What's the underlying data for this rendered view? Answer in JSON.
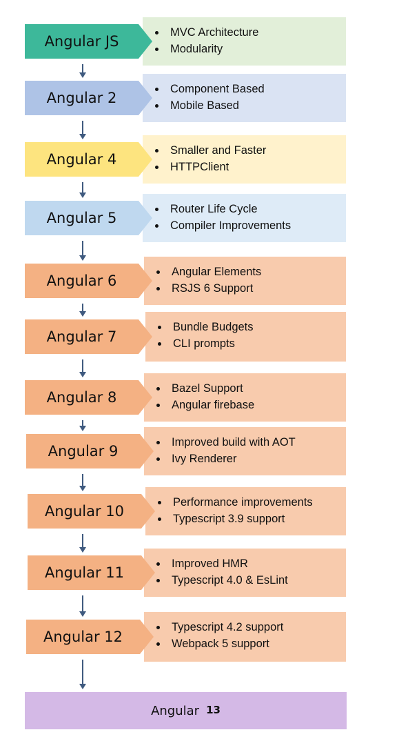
{
  "colors": {
    "teal": "#3db89a",
    "blue": "#aec3e6",
    "yellow": "#fde47f",
    "light_blue": "#bfd8ef",
    "orange": "#f4b183",
    "green_box": "#e2efd9",
    "blue_box": "#dae3f3",
    "yellow_box": "#fff2cc",
    "light_blue_box": "#deebf7",
    "orange_box": "#f8cbad",
    "purple": "#d4b9e6",
    "connector": "#3f5a7f"
  },
  "steps": [
    {
      "label": "Angular JS",
      "points": [
        "MVC Architecture",
        "Modularity"
      ],
      "arrow_color": "#3db89a",
      "box_color": "#e2efd9"
    },
    {
      "label": "Angular 2",
      "points": [
        "Component Based",
        "Mobile Based"
      ],
      "arrow_color": "#aec3e6",
      "box_color": "#dae3f3"
    },
    {
      "label": "Angular 4",
      "points": [
        "Smaller and Faster",
        "HTTPClient"
      ],
      "arrow_color": "#fde47f",
      "box_color": "#fff2cc"
    },
    {
      "label": "Angular 5",
      "points": [
        "Router Life Cycle",
        "Compiler Improvements"
      ],
      "arrow_color": "#bfd8ef",
      "box_color": "#deebf7"
    },
    {
      "label": "Angular 6",
      "points": [
        "Angular Elements",
        "RSJS 6 Support"
      ],
      "arrow_color": "#f4b183",
      "box_color": "#f8cbad"
    },
    {
      "label": "Angular 7",
      "points": [
        "Bundle Budgets",
        "CLI prompts"
      ],
      "arrow_color": "#f4b183",
      "box_color": "#f8cbad"
    },
    {
      "label": "Angular 8",
      "points": [
        "Bazel Support",
        "Angular firebase"
      ],
      "arrow_color": "#f4b183",
      "box_color": "#f8cbad"
    },
    {
      "label": "Angular 9",
      "points": [
        "Improved build with AOT",
        "Ivy Renderer"
      ],
      "arrow_color": "#f4b183",
      "box_color": "#f8cbad"
    },
    {
      "label": "Angular 10",
      "points": [
        "Performance improvements",
        "Typescript 3.9 support"
      ],
      "arrow_color": "#f4b183",
      "box_color": "#f8cbad"
    },
    {
      "label": "Angular 11",
      "points": [
        "Improved HMR",
        "Typescript 4.0 & EsLint"
      ],
      "arrow_color": "#f4b183",
      "box_color": "#f8cbad"
    },
    {
      "label": "Angular 12",
      "points": [
        "Typescript 4.2 support",
        "Webpack 5 support"
      ],
      "arrow_color": "#f4b183",
      "box_color": "#f8cbad"
    }
  ],
  "final": {
    "label": "Angular",
    "number": "13"
  }
}
